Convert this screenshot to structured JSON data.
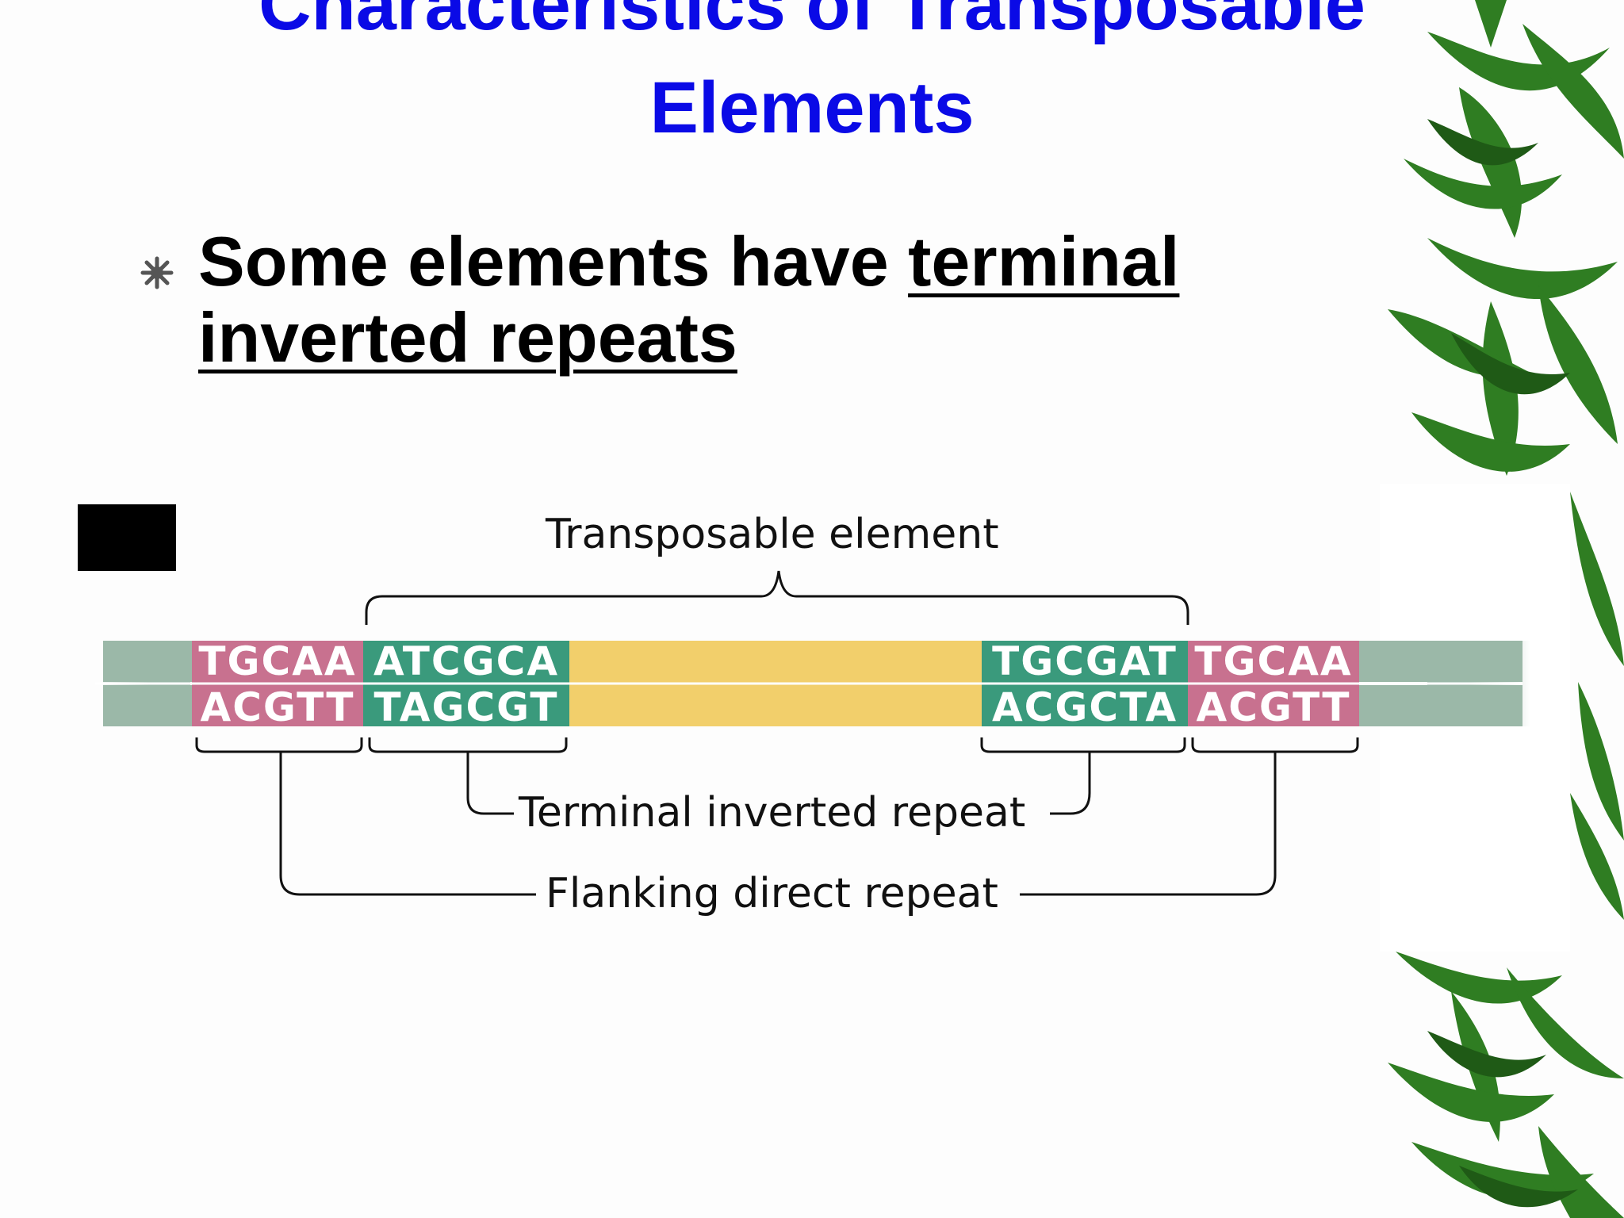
{
  "slide": {
    "title_line1": "Characteristics of Transposable",
    "title_line2": "Elements",
    "bullet_icon": "star-bullet-icon",
    "bullet_plain": "Some elements have ",
    "bullet_underlined_1": "terminal",
    "bullet_underlined_2": "inverted repeats"
  },
  "figure": {
    "label_top": "Transposable element",
    "label_tir": "Terminal inverted repeat",
    "label_fdr": "Flanking direct repeat",
    "sequences": {
      "left_flank_top": "TGCAA",
      "left_flank_bottom": "ACGTT",
      "left_tir_top": "ATCGCA",
      "left_tir_bottom": "TAGCGT",
      "right_tir_top": "TGCGAT",
      "right_tir_bottom": "ACGCTA",
      "right_flank_top": "TGCAA",
      "right_flank_bottom": "ACGTT"
    },
    "colors": {
      "flank": "#c8718f",
      "tir": "#3a9a7c",
      "element": "#f2cf6b",
      "dna": "#9bb8a8"
    }
  },
  "colors": {
    "title": "#0a0ae6",
    "text": "#000000"
  }
}
